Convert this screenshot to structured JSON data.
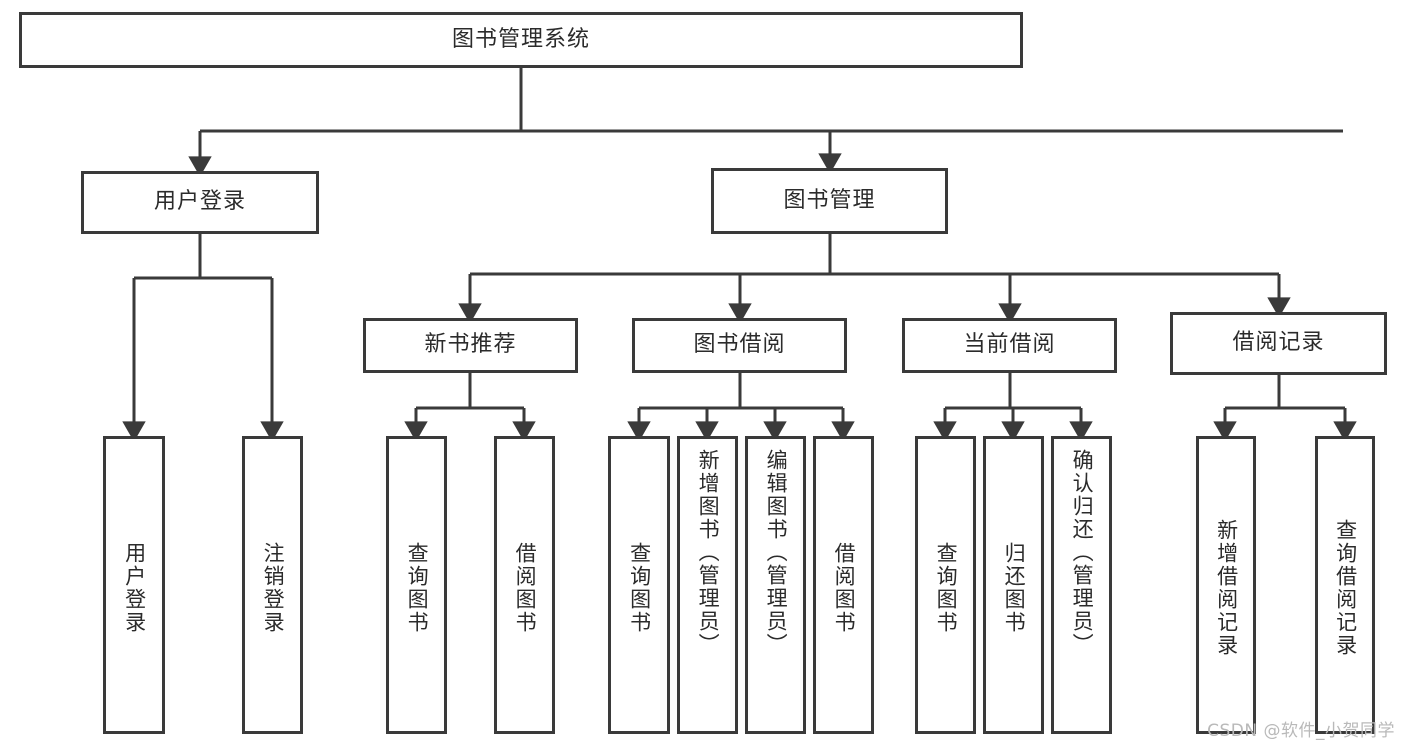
{
  "diagram": {
    "type": "tree-hierarchy-chart",
    "title": "图书管理系统",
    "watermark": "CSDN @软件_小贺同学",
    "colors": {
      "stroke": "#3a3a3a",
      "fill": "#ffffff",
      "text": "#2b2b2b",
      "watermark": "#b9b9b9"
    },
    "root": {
      "label": "图书管理系统"
    },
    "level2": [
      {
        "label": "用户登录"
      },
      {
        "label": "图书管理"
      }
    ],
    "level3": [
      {
        "label": "新书推荐"
      },
      {
        "label": "图书借阅"
      },
      {
        "label": "当前借阅"
      },
      {
        "label": "借阅记录"
      }
    ],
    "leaves": {
      "user_login": [
        {
          "label": "用户登录"
        },
        {
          "label": "注销登录"
        }
      ],
      "new_book_recommend": [
        {
          "label": "查询图书"
        },
        {
          "label": "借阅图书"
        }
      ],
      "book_borrow": [
        {
          "label": "查询图书"
        },
        {
          "label": "新增图书（管理员）"
        },
        {
          "label": "编辑图书（管理员）"
        },
        {
          "label": "借阅图书"
        }
      ],
      "current_borrow": [
        {
          "label": "查询图书"
        },
        {
          "label": "归还图书"
        },
        {
          "label": "确认归还（管理员）"
        }
      ],
      "borrow_record": [
        {
          "label": "新增借阅记录"
        },
        {
          "label": "查询借阅记录"
        }
      ]
    }
  }
}
